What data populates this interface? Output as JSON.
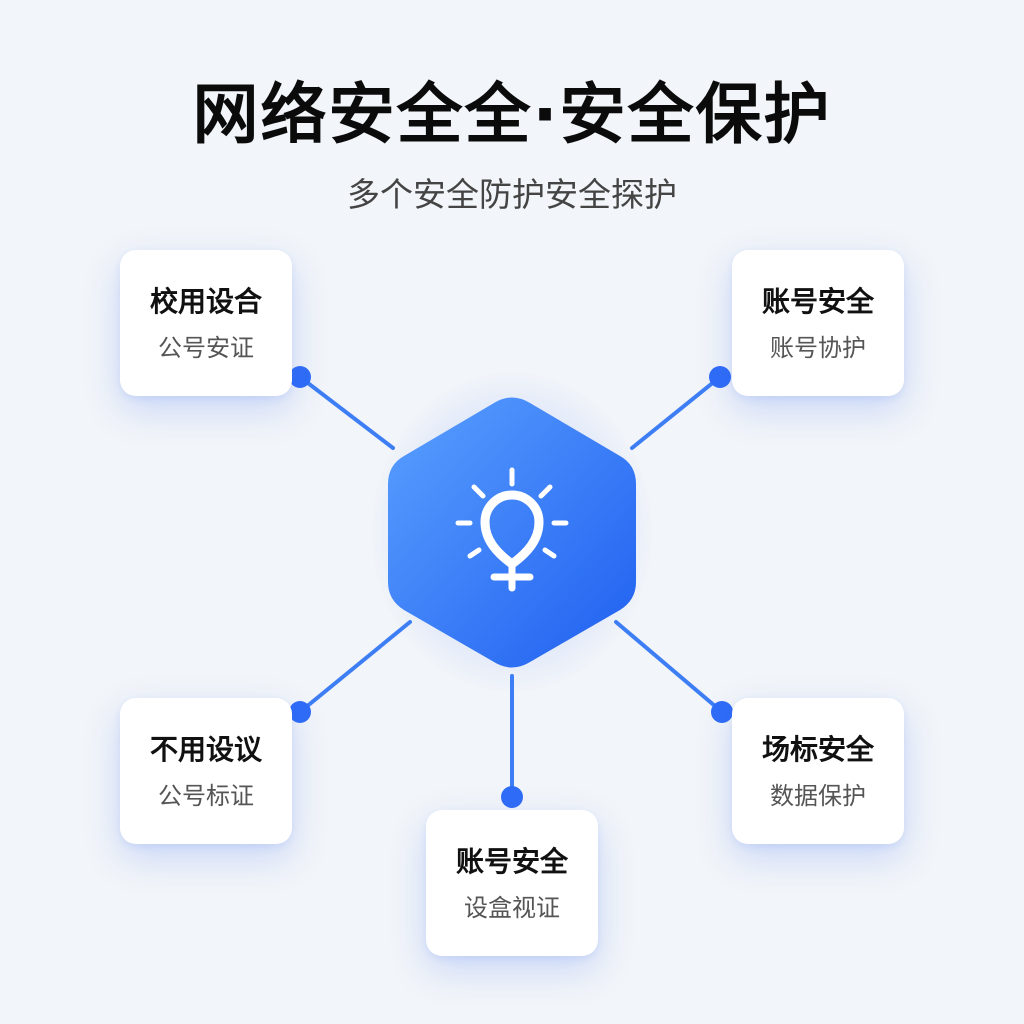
{
  "title": "网络安全全·安全保护",
  "subtitle": "多个安全防护安全探护",
  "colors": {
    "accent": "#2f6cf6",
    "accent_light": "#5aa0ff",
    "background": "#f2f5f9",
    "card": "#ffffff"
  },
  "hub": {
    "icon": "lightbulb-icon"
  },
  "nodes": [
    {
      "id": "top-left",
      "title": "校用设合",
      "subtitle": "公号安证"
    },
    {
      "id": "top-right",
      "title": "账号安全",
      "subtitle": "账号协护"
    },
    {
      "id": "bottom-left",
      "title": "不用设议",
      "subtitle": "公号标证"
    },
    {
      "id": "bottom-right",
      "title": "场标安全",
      "subtitle": "数据保护"
    },
    {
      "id": "bottom",
      "title": "账号安全",
      "subtitle": "设盒视证"
    }
  ]
}
